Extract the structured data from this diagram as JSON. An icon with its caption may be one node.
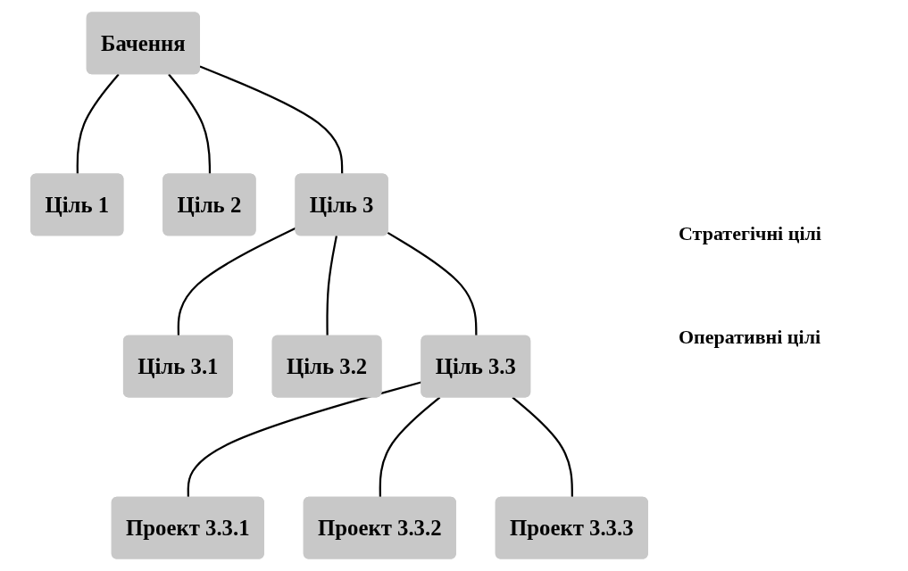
{
  "diagram": {
    "nodes": [
      {
        "text": [
          "Бачення"
        ]
      },
      {
        "text": [
          "Ціль 1"
        ]
      },
      {
        "text": [
          "Ціль 2"
        ]
      },
      {
        "text": [
          "Ціль 3"
        ]
      },
      {
        "text": [
          "Ціль 3.1"
        ]
      },
      {
        "text": [
          "Ціль 3.2"
        ]
      },
      {
        "text": [
          "Ціль 3.3"
        ]
      },
      {
        "text": [
          "Проект 3.3.1"
        ]
      },
      {
        "text": [
          "Проект 3.3.2"
        ]
      },
      {
        "text": [
          "Проект 3.3.3"
        ]
      }
    ],
    "edges": [
      {
        "from": 0,
        "to": 1,
        "arrow": "none"
      },
      {
        "from": 0,
        "to": 2,
        "arrow": "none"
      },
      {
        "from": 0,
        "to": 3,
        "arrow": "none"
      },
      {
        "from": 3,
        "to": 4,
        "arrow": "none"
      },
      {
        "from": 3,
        "to": 5,
        "arrow": "none"
      },
      {
        "from": 3,
        "to": 6,
        "arrow": "none"
      },
      {
        "from": 6,
        "to": 7,
        "arrow": "none"
      },
      {
        "from": 6,
        "to": 8,
        "arrow": "none"
      },
      {
        "from": 6,
        "to": 9,
        "arrow": "none"
      }
    ],
    "labels": [
      "Стратегічні цілі",
      "Оперативні цілі"
    ]
  }
}
